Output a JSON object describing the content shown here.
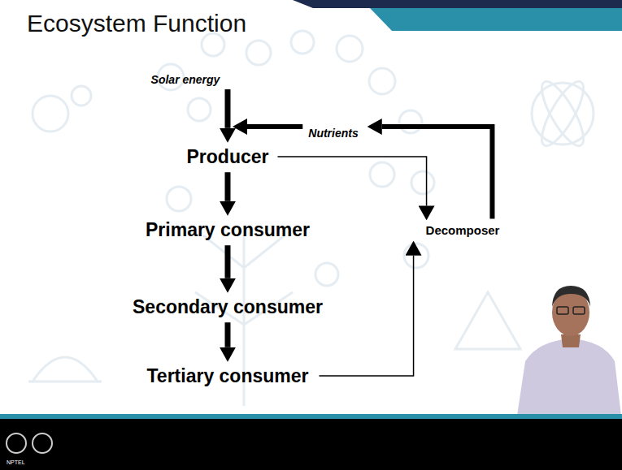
{
  "diagram": {
    "title": "Ecosystem Function",
    "nodes": [
      {
        "text": [
          "Solar energy"
        ]
      },
      {
        "text": [
          "Nutrients"
        ]
      },
      {
        "text": [
          "Producer"
        ]
      },
      {
        "text": [
          "Primary consumer"
        ]
      },
      {
        "text": [
          "Secondary consumer"
        ]
      },
      {
        "text": [
          "Tertiary consumer"
        ]
      },
      {
        "text": [
          "Decomposer"
        ]
      }
    ],
    "edges": [
      {
        "from": 0,
        "to": 2,
        "arrow": "to"
      },
      {
        "from": 1,
        "to": 2,
        "arrow": "to"
      },
      {
        "from": 2,
        "to": 3,
        "arrow": "to"
      },
      {
        "from": 3,
        "to": 4,
        "arrow": "to"
      },
      {
        "from": 4,
        "to": 5,
        "arrow": "to"
      },
      {
        "from": 2,
        "to": 6,
        "arrow": "to"
      },
      {
        "from": 5,
        "to": 6,
        "arrow": "to"
      },
      {
        "from": 6,
        "to": 1,
        "arrow": "to"
      }
    ],
    "labels": [
      "NPTEL"
    ]
  }
}
